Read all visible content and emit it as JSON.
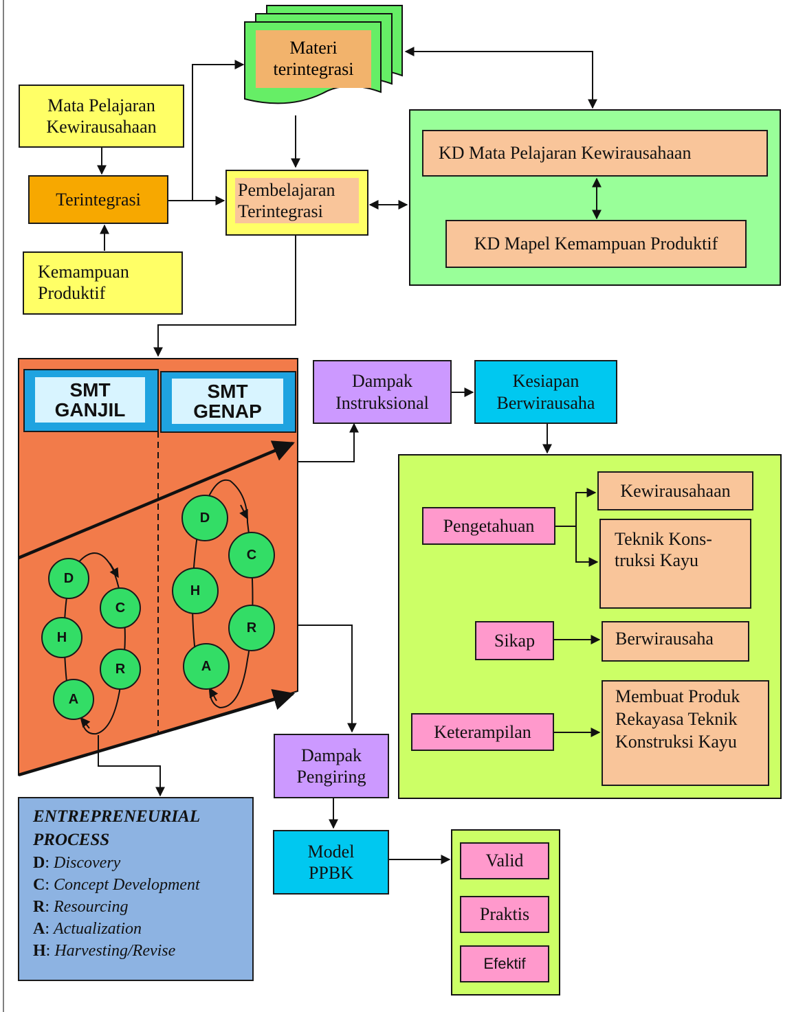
{
  "materi": "Materi terintegrasi",
  "mapel_kwu": "Mata Pelajaran Kewirausahaan",
  "terintegrasi": "Terintegrasi",
  "kemampuan": "Kemampuan Produktif",
  "pembelajaran": "Pembelajaran Terintegrasi",
  "kd_kwu": "KD Mata Pelajaran Kewirausahaan",
  "kd_produktif": "KD Mapel Kemampuan Produktif",
  "smt_ganjil": "SMT GANJIL",
  "smt_genap": "SMT GENAP",
  "cycle_letters": {
    "d": "D",
    "c": "C",
    "r": "R",
    "a": "A",
    "h": "H"
  },
  "dampak_instruksional": "Dampak Instruksional",
  "kesiapan": "Kesiapan Berwirausaha",
  "pengetahuan": "Pengetahuan",
  "kewirausahaan": "Kewirausahaan",
  "teknik": "Teknik Kons-truksi Kayu",
  "sikap": "Sikap",
  "berwirausaha": "Berwirausaha",
  "keterampilan": "Keterampilan",
  "membuat": "Membuat Produk Rekayasa Teknik Konstruksi Kayu",
  "dampak_pengiring": "Dampak Pengiring",
  "model": "Model PPBK",
  "valid": "Valid",
  "praktis": "Praktis",
  "efektif": "Efektif",
  "legend": {
    "title": "ENTREPRENEURIAL PROCESS",
    "items": [
      {
        "key": "D",
        "text": "Discovery"
      },
      {
        "key": "C",
        "text": "Concept Development"
      },
      {
        "key": "R",
        "text": "Resourcing"
      },
      {
        "key": "A",
        "text": "Actualization"
      },
      {
        "key": "H",
        "text": "Harvesting/Revise"
      }
    ]
  }
}
